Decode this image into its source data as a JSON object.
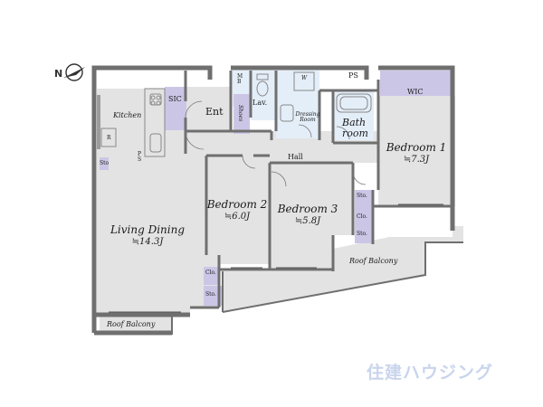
{
  "rooms": {
    "kitchen": "Kitchen",
    "sic": "SIC",
    "entrance": "Ent",
    "shoes": "Shoes",
    "mb": "M\nB",
    "lav": "Lav.",
    "w": "W",
    "dressing": "Dressing\nRoom",
    "ps": "PS",
    "bath": "Bath\nroom",
    "wic": "WIC",
    "hall": "Hall",
    "living_name": "Living Dining",
    "living_area": "≒14.3J",
    "bed1_name": "Bedroom 1",
    "bed1_area": "≒7.3J",
    "bed2_name": "Bedroom 2",
    "bed2_area": "≒6.0J",
    "bed3_name": "Bedroom 3",
    "bed3_area": "≒5.8J",
    "roof_balcony_right": "Roof Balcony",
    "roof_balcony_left": "Roof Balcony",
    "fridge": "R",
    "ps_small": "P\nS",
    "sto_kitchen": "Sto",
    "sto_bed1": "Sto.",
    "clo_bed1": "Clo.",
    "sto_bed1b": "Sto.",
    "clo_bed2": "Clo.",
    "sto_bed2": "Sto."
  },
  "compass": "N",
  "brand": "住建ハウジング",
  "colors": {
    "floor": "#e3e3e3",
    "wall": "#6f6f6f",
    "storage": "#ccc6e6",
    "wet": "#e4eef9",
    "brand": "#c9d5ec"
  }
}
